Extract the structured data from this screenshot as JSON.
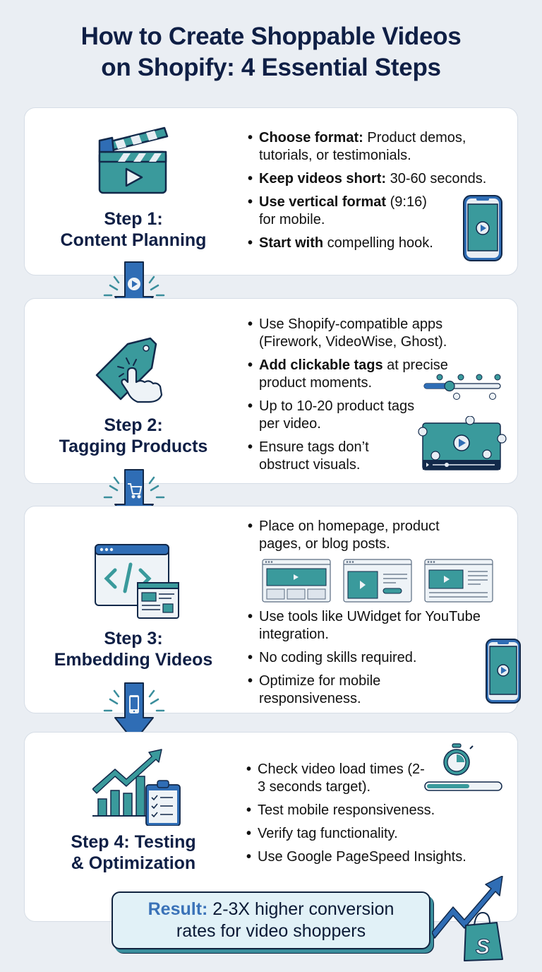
{
  "title": {
    "line1": "How to Create Shoppable Videos",
    "line2": "on Shopify: 4 Essential Steps"
  },
  "colors": {
    "background": "#eaeef3",
    "navy": "#0f1f45",
    "teal": "#3a9a9c",
    "blue": "#2f6db5",
    "result_label": "#3a72b8"
  },
  "steps": [
    {
      "title_line1": "Step 1:",
      "title_line2": "Content Planning",
      "icon": "clapperboard-icon",
      "bullets": [
        {
          "bold": "Choose format:",
          "text": " Product demos, tutorials, or testimonials."
        },
        {
          "bold": "Keep videos short:",
          "text": " 30-60 seconds."
        },
        {
          "bold": "Use vertical format",
          "text": " (9:16) for mobile."
        },
        {
          "bold": "Start with",
          "text": " compelling hook."
        }
      ],
      "decoration": "smartphone-video-icon"
    },
    {
      "title_line1": "Step 2:",
      "title_line2": "Tagging Products",
      "icon": "tag-click-icon",
      "bullets": [
        {
          "bold": "",
          "text": "Use Shopify-compatible apps (Firework, VideoWise, Ghost)."
        },
        {
          "bold": "Add clickable tags",
          "text": " at precise product moments."
        },
        {
          "bold": "",
          "text": "Up to 10-20 product tags per video."
        },
        {
          "bold": "",
          "text": "Ensure tags don’t obstruct visuals."
        }
      ],
      "decoration": "tagged-video-player-icon"
    },
    {
      "title_line1": "Step 3:",
      "title_line2": "Embedding Videos",
      "icon": "code-window-icon",
      "bullets": [
        {
          "bold": "",
          "text": "Place on homepage, product pages, or blog posts."
        },
        {
          "bold": "",
          "text": "Use tools like UWidget for YouTube integration."
        },
        {
          "bold": "",
          "text": "No coding skills required."
        },
        {
          "bold": "",
          "text": "Optimize for mobile responsiveness."
        }
      ],
      "decoration": "smartphone-video-icon"
    },
    {
      "title_line1": "Step 4: Testing",
      "title_line2": "& Optimization",
      "icon": "growth-chart-clipboard-icon",
      "bullets": [
        {
          "bold": "",
          "text": "Check video load times (2-3 seconds target)."
        },
        {
          "bold": "",
          "text": "Test mobile responsiveness."
        },
        {
          "bold": "",
          "text": "Verify tag functionality."
        },
        {
          "bold": "",
          "text": "Use Google PageSpeed Insights."
        }
      ],
      "decoration": "stopwatch-progress-icon"
    }
  ],
  "arrows": [
    {
      "icon": "play-icon"
    },
    {
      "icon": "cart-icon"
    },
    {
      "icon": "phone-icon"
    }
  ],
  "result": {
    "label": "Result:",
    "text": " 2-3X higher conversion",
    "text_line2": "rates for video shoppers",
    "icon": "shopify-bag-growth-icon"
  }
}
